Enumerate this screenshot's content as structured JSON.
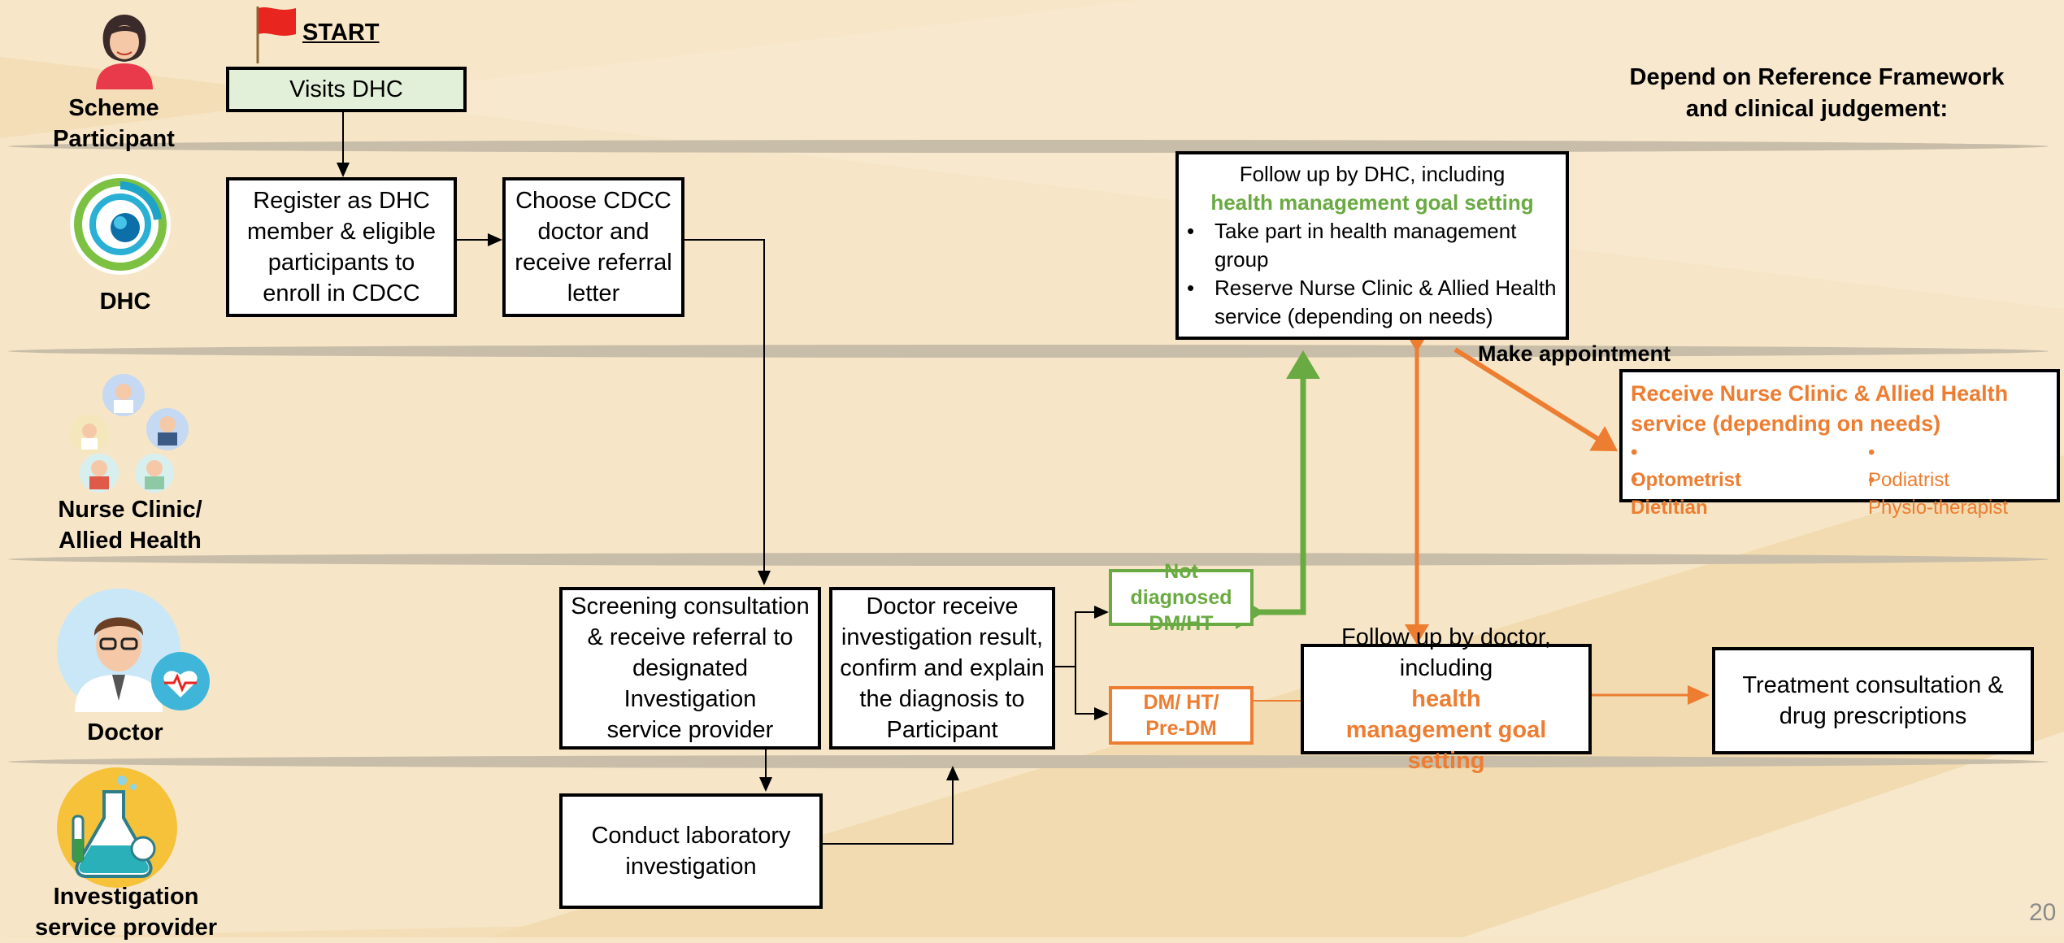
{
  "start_label": "START",
  "page_number": "20",
  "note": "Depend on Reference Framework and clinical judgement:",
  "lanes": {
    "participant": "Scheme Participant",
    "dhc": "DHC",
    "nurse_line1": "Nurse Clinic/",
    "nurse_line2": "Allied Health",
    "doctor": "Doctor",
    "investigation_line1": "Investigation",
    "investigation_line2": "service provider"
  },
  "steps": {
    "visits_dhc": "Visits DHC",
    "register_line1": "Register as DHC",
    "register_line2": "member & eligible",
    "register_line3": "participants to",
    "register_line4": "enroll in CDCC",
    "choose_line1": "Choose CDCC",
    "choose_line2": "doctor and",
    "choose_line3": "receive referral",
    "choose_line4": "letter",
    "followup_dhc_title": "Follow up by DHC, including",
    "followup_dhc_goal": "health management goal setting",
    "followup_dhc_bullet1": "Take part in health management group",
    "followup_dhc_bullet2": "Reserve Nurse Clinic & Allied Health service (depending on needs)",
    "make_appointment": "Make appointment",
    "nurse_service_title": "Receive Nurse Clinic & Allied Health service (depending on needs)",
    "services": [
      "Optometrist",
      "Dietitian",
      "Podiatrist",
      "Physio-therapist"
    ],
    "screening_line1": "Screening consultation",
    "screening_line2": "& receive referral to",
    "screening_line3": "designated Investigation",
    "screening_line4": "service provider",
    "doctor_result_line1": "Doctor receive",
    "doctor_result_line2": "investigation result,",
    "doctor_result_line3": "confirm and explain",
    "doctor_result_line4": "the diagnosis to",
    "doctor_result_line5": "Participant",
    "not_diagnosed_line1": "Not diagnosed",
    "not_diagnosed_line2": "DM/HT",
    "diagnosed_line1": "DM/ HT/",
    "diagnosed_line2": "Pre-DM",
    "followup_doctor_line1": "Follow up by doctor,",
    "followup_doctor_line2a": "including ",
    "followup_doctor_line2b": "health",
    "followup_doctor_line3": "management goal setting",
    "treatment_line1": "Treatment consultation &",
    "treatment_line2": "drug prescriptions",
    "lab_line1": "Conduct laboratory",
    "lab_line2": "investigation"
  },
  "colors": {
    "background": "#f7e6c7",
    "green": "#6aaa42",
    "orange": "#ed7d31",
    "lane_divider": "#c8bda8",
    "start_flag": "#e8251e"
  },
  "icons": {
    "participant": "woman-avatar-icon",
    "dhc": "dhc-logo-icon",
    "nurse": "nurse-group-icon",
    "doctor": "doctor-avatar-icon",
    "investigation": "lab-flask-icon",
    "start": "flag-icon"
  }
}
